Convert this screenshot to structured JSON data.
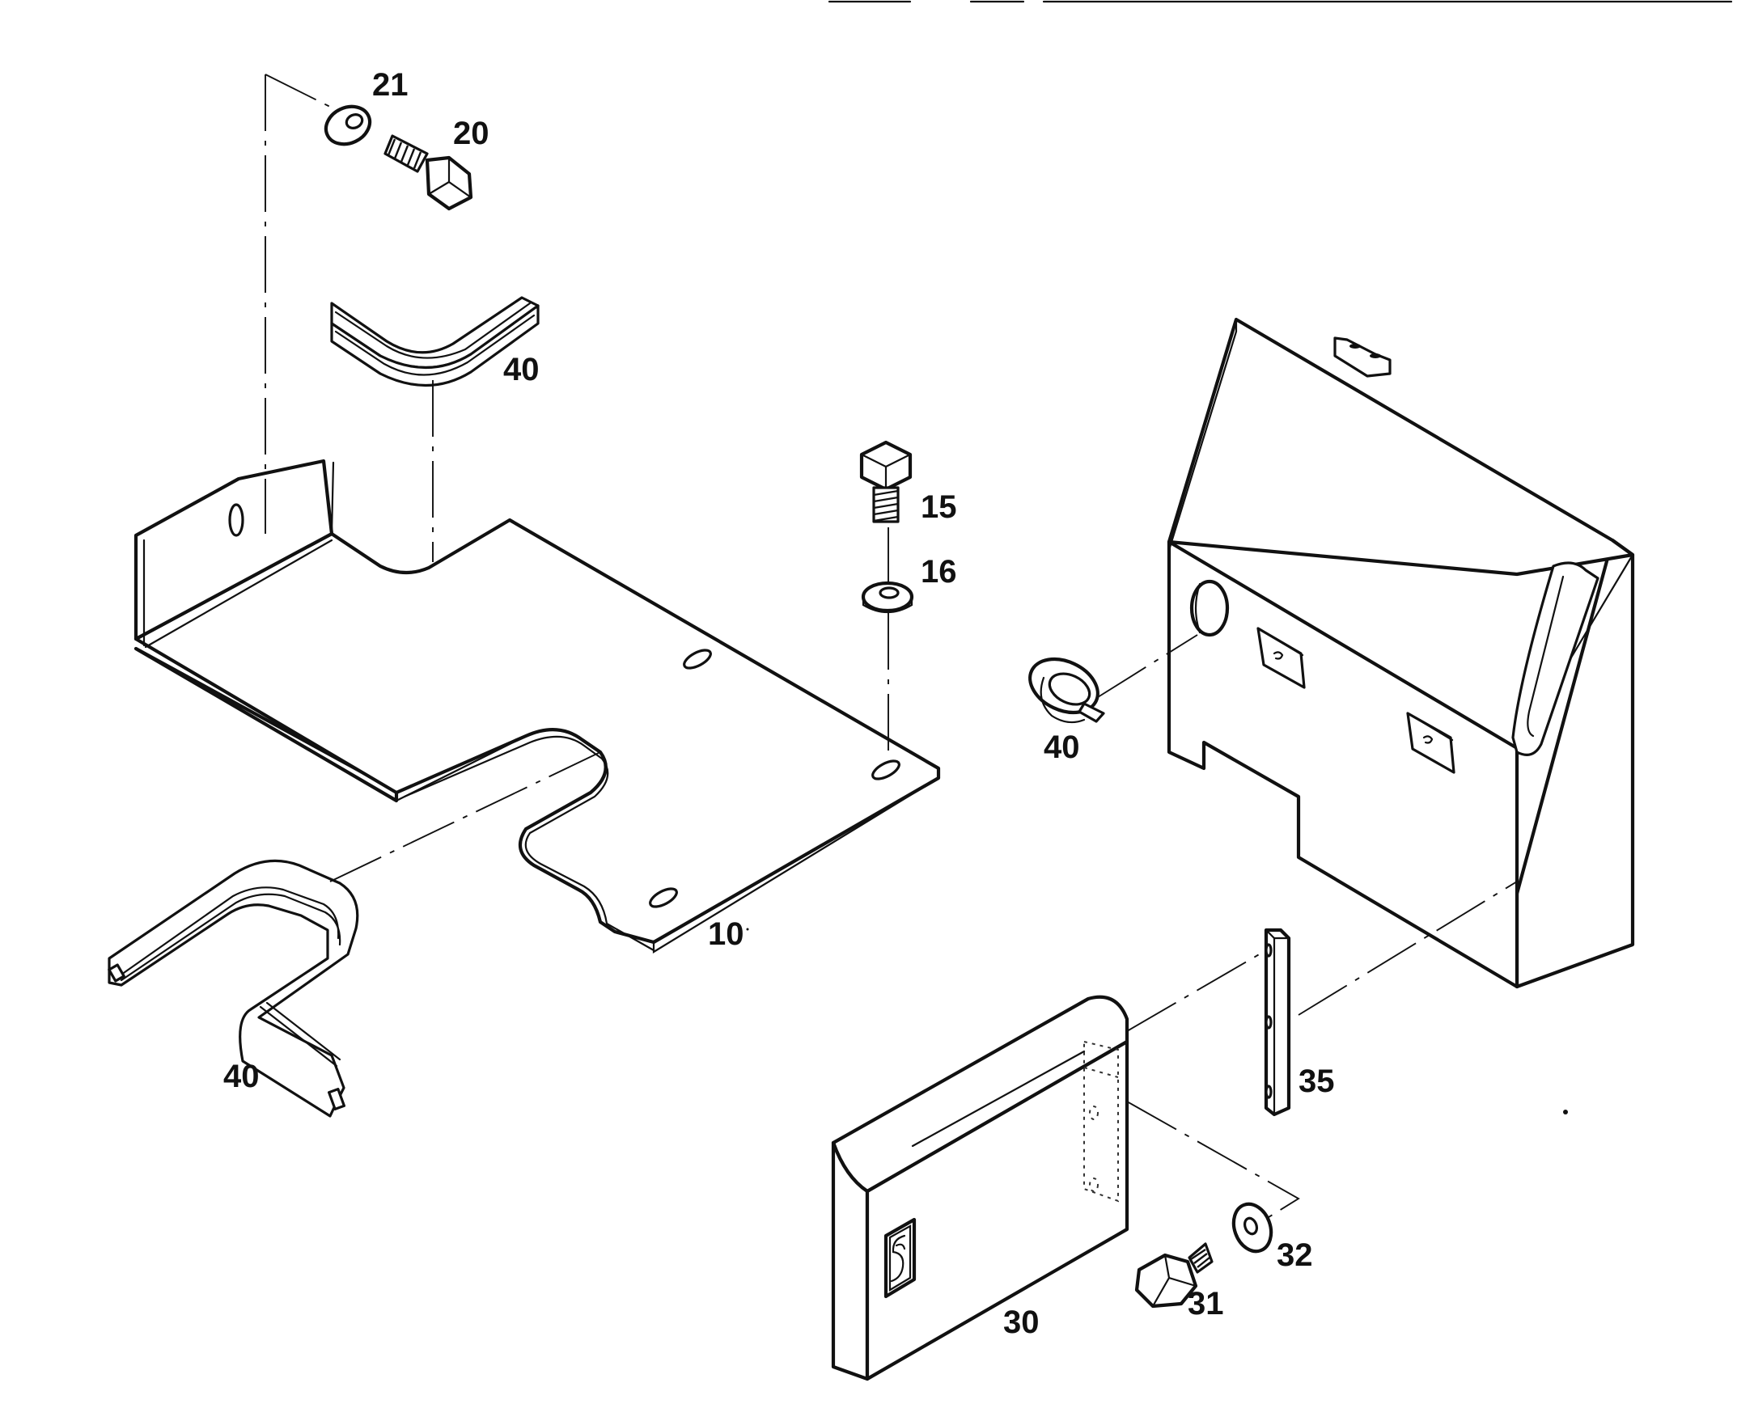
{
  "callouts": {
    "c21": "21",
    "c20": "20",
    "c40_upper": "40",
    "c15": "15",
    "c16": "16",
    "c40_grommet": "40",
    "c10": "10",
    "c40_lower": "40",
    "c35": "35",
    "c32": "32",
    "c31": "31",
    "c30": "30"
  },
  "colors": {
    "line": "#111111",
    "paper": "#ffffff"
  }
}
